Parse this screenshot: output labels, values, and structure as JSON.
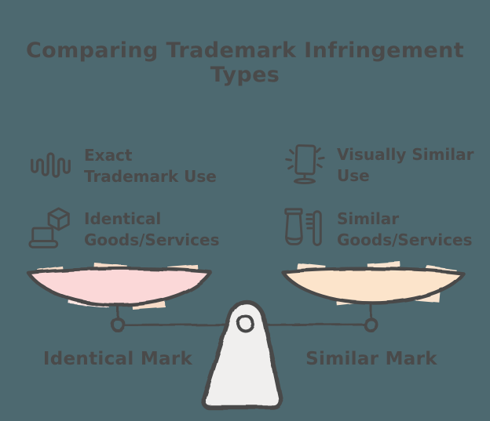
{
  "title": "Comparing Trademark Infringement Types",
  "features": [
    {
      "icon": "waveform-icon",
      "line1": "Exact",
      "line2": "Trademark Use"
    },
    {
      "icon": "mirror-icon",
      "line1": "Visually Similar",
      "line2": "Use"
    },
    {
      "icon": "laptop-cube-icon",
      "line1": "Identical",
      "line2": "Goods/Services"
    },
    {
      "icon": "tube-brush-icon",
      "line1": "Similar",
      "line2": "Goods/Services"
    }
  ],
  "scale": {
    "left_pan_label": "Identical Mark",
    "right_pan_label": "Similar Mark"
  },
  "colors": {
    "background": "#4d6970",
    "ink": "#4a4a4a",
    "left_pan": "#fbd8d8",
    "left_smudge": "#f7dcc8",
    "right_pan": "#fce4cb",
    "right_smudge": "#f8e3cf",
    "fulcrum": "#f0efee"
  }
}
